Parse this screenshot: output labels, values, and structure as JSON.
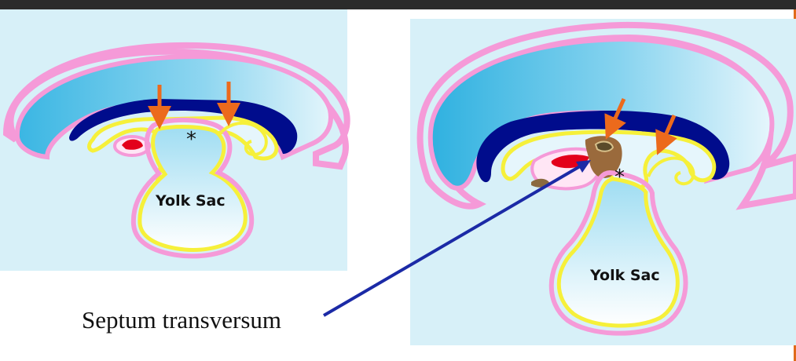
{
  "colors": {
    "background_panel": "#d7f0f8",
    "cavity_light": "#e6f6fc",
    "amnion_blue": "#35b7e3",
    "dark_blue_layer": "#000c8c",
    "ectoderm_pink": "#f59ad8",
    "endoderm_yellow": "#f6f03a",
    "heart_red": "#e3001b",
    "septum_brown": "#9a6a3c",
    "arrow_orange": "#ec6a1c",
    "pointer_blue": "#1b2aa6"
  },
  "left_panel": {
    "yolk_sac_label": "Yolk Sac",
    "marker": "*"
  },
  "right_panel": {
    "yolk_sac_label": "Yolk Sac",
    "marker": "*"
  },
  "annotation": {
    "label": "Septum transversum"
  },
  "icons": [
    "arrow-down-icon",
    "pointer-arrow-icon"
  ]
}
